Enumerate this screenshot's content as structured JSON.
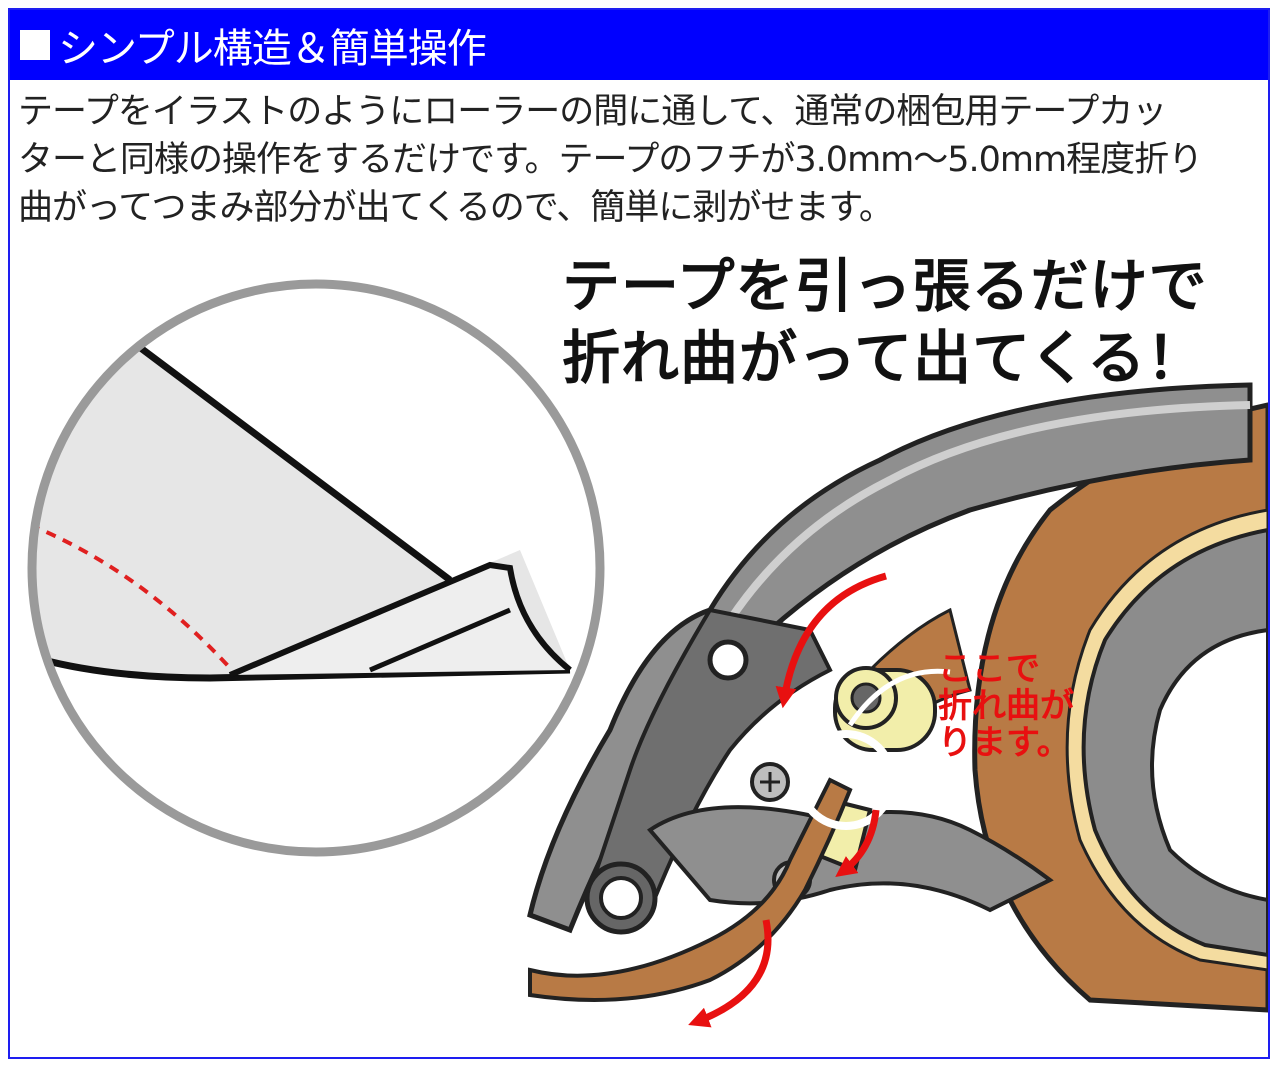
{
  "header": {
    "title": "シンプル構造＆簡単操作"
  },
  "description": {
    "lines": [
      "テープをイラストのようにローラーの間に通して、通常の梱包用テープカッ",
      "ターと同様の操作をするだけです。テープのフチが3.0mm～5.0mm程度折り",
      "曲がってつまみ部分が出てくるので、簡単に剥がせます。"
    ]
  },
  "headline": {
    "line1": "テープを引っ張るだけで",
    "line2": "折れ曲がって出てくる！"
  },
  "callout": {
    "line1": "ここで",
    "line2": "折れ曲が",
    "line3": "ります。"
  },
  "colors": {
    "header_bg": "#0000ff",
    "border": "#1e1ef0",
    "tape": "#b87a45",
    "arrow": "#e81010",
    "roller": "#f2eeaa"
  }
}
